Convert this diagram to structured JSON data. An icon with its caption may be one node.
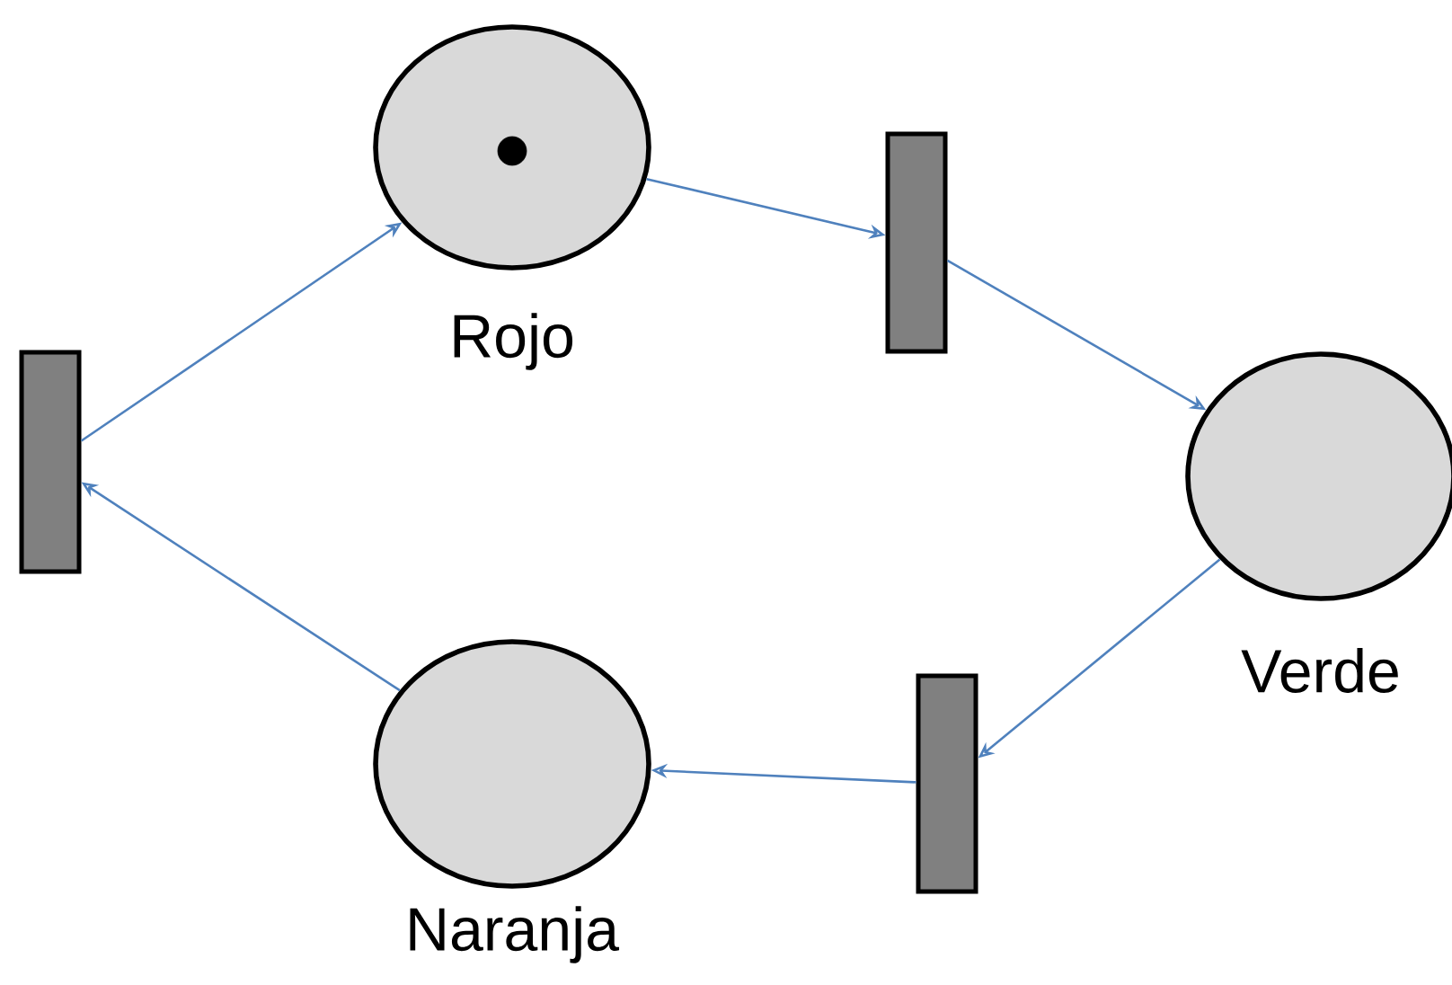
{
  "diagram": {
    "nodes": [
      {
        "text": [
          "Rojo"
        ]
      },
      {
        "text": [],
        "shape": "circle",
        "in": 0
      },
      {
        "text": [],
        "shape": "bar"
      },
      {
        "text": [],
        "shape": "bar"
      },
      {
        "text": [
          "Verde"
        ]
      },
      {
        "text": [
          "Naranja"
        ]
      },
      {
        "text": [],
        "shape": "bar"
      }
    ],
    "edges": [
      {
        "from": 3,
        "to": 0,
        "arrow": "to"
      },
      {
        "from": 0,
        "to": 2,
        "arrow": "to"
      },
      {
        "from": 2,
        "to": 4,
        "arrow": "to"
      },
      {
        "from": 4,
        "to": 6,
        "arrow": "to"
      },
      {
        "from": 6,
        "to": 5,
        "arrow": "to"
      },
      {
        "from": 5,
        "to": 3,
        "arrow": "to"
      }
    ]
  }
}
